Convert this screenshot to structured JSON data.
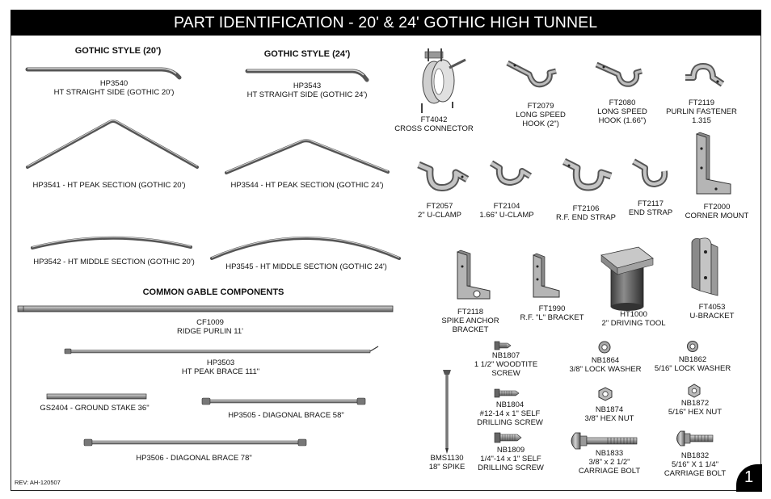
{
  "header": {
    "title": "PART IDENTIFICATION - 20' & 24' GOTHIC HIGH TUNNEL"
  },
  "sections": {
    "gothic20": "GOTHIC STYLE (20')",
    "gothic24": "GOTHIC STYLE (24')",
    "gable": "COMMON GABLE COMPONENTS"
  },
  "parts": {
    "hp3540": {
      "code": "HP3540",
      "desc": "HT STRAIGHT SIDE (GOTHIC 20')"
    },
    "hp3543": {
      "code": "HP3543",
      "desc": "HT STRAIGHT SIDE (GOTHIC 24')"
    },
    "hp3541": {
      "label": "HP3541 - HT PEAK SECTION (GOTHIC 20')"
    },
    "hp3544": {
      "label": "HP3544 - HT PEAK SECTION (GOTHIC 24')"
    },
    "hp3542": {
      "label": "HP3542 - HT MIDDLE SECTION (GOTHIC 20')"
    },
    "hp3545": {
      "label": "HP3545 - HT MIDDLE SECTION (GOTHIC 24')"
    },
    "cf1009": {
      "code": "CF1009",
      "desc": "RIDGE PURLIN  11'"
    },
    "hp3503": {
      "code": "HP3503",
      "desc": "HT PEAK BRACE 111\""
    },
    "gs2404": {
      "label": "GS2404 - GROUND STAKE 36\""
    },
    "hp3505": {
      "label": "HP3505 - DIAGONAL BRACE 58\""
    },
    "hp3506": {
      "label": "HP3506 - DIAGONAL BRACE 78\""
    },
    "ft4042": {
      "code": "FT4042",
      "desc": "CROSS CONNECTOR"
    },
    "ft2079": {
      "code": "FT2079",
      "l1": "LONG SPEED",
      "l2": "HOOK (2\")"
    },
    "ft2080": {
      "code": "FT2080",
      "l1": "LONG SPEED",
      "l2": "HOOK (1.66\")"
    },
    "ft2119": {
      "code": "FT2119",
      "l1": "PURLIN FASTENER",
      "l2": "1.315"
    },
    "ft2057": {
      "code": "FT2057",
      "desc": "2\" U-CLAMP"
    },
    "ft2104": {
      "code": "FT2104",
      "desc": "1.66\" U-CLAMP"
    },
    "ft2106": {
      "code": "FT2106",
      "desc": "R.F. END STRAP"
    },
    "ft2117": {
      "code": "FT2117",
      "desc": "END STRAP"
    },
    "ft2000": {
      "code": "FT2000",
      "desc": "CORNER MOUNT"
    },
    "ft2118": {
      "code": "FT2118",
      "l1": "SPIKE ANCHOR",
      "l2": "BRACKET"
    },
    "ft1990": {
      "code": "FT1990",
      "desc": "R.F. \"L\" BRACKET"
    },
    "ht1000": {
      "code": "HT1000",
      "desc": "2\" DRIVING TOOL"
    },
    "ft4053": {
      "code": "FT4053",
      "desc": "U-BRACKET"
    },
    "nb1807": {
      "code": "NB1807",
      "l1": "1 1/2\" WOODTITE",
      "l2": "SCREW"
    },
    "nb1864": {
      "code": "NB1864",
      "desc": "3/8\" LOCK WASHER"
    },
    "nb1862": {
      "code": "NB1862",
      "desc": "5/16\" LOCK WASHER"
    },
    "nb1804": {
      "code": "NB1804",
      "l1": "#12-14 x 1\" SELF",
      "l2": "DRILLING SCREW"
    },
    "nb1874": {
      "code": "NB1874",
      "desc": "3/8\" HEX NUT"
    },
    "nb1872": {
      "code": "NB1872",
      "desc": "5/16\" HEX NUT"
    },
    "bms1130": {
      "code": "BMS1130",
      "desc": "18\" SPIKE"
    },
    "nb1809": {
      "code": "NB1809",
      "l1": "1/4\"-14 x 1\" SELF",
      "l2": "DRILLING SCREW"
    },
    "nb1833": {
      "code": "NB1833",
      "l1": "3/8\" x 2 1/2\"",
      "l2": "CARRIAGE BOLT"
    },
    "nb1832": {
      "code": "NB1832",
      "l1": "5/16\" X 1 1/4\"",
      "l2": "CARRIAGE BOLT"
    }
  },
  "footer": {
    "rev": "REV: AH-120507",
    "page_number": "1"
  }
}
